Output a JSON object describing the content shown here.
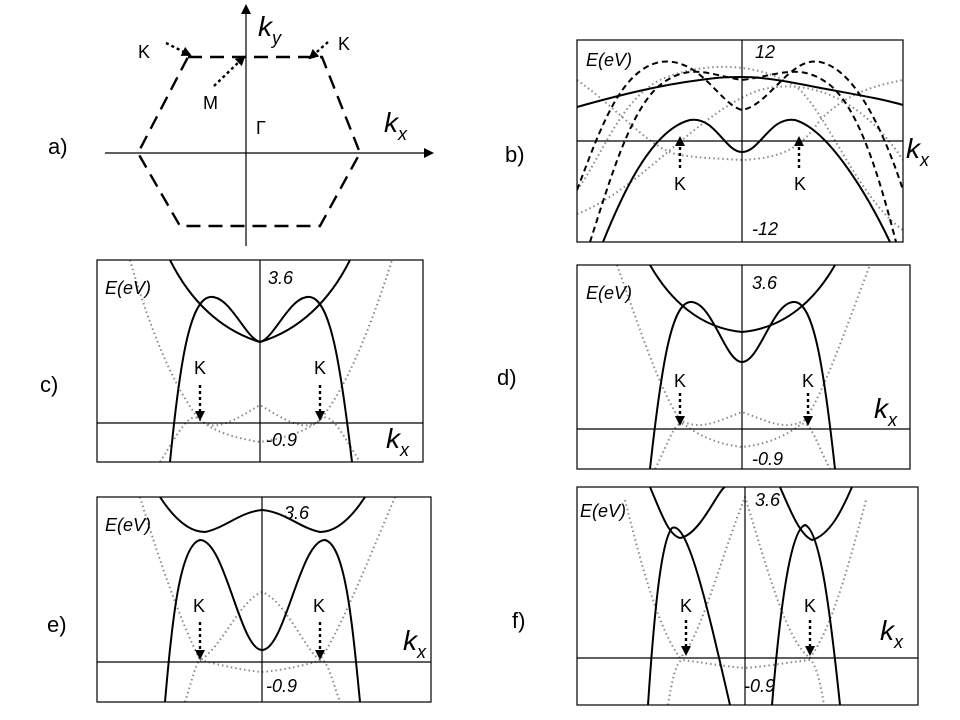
{
  "panel_labels": [
    "a)",
    "b)",
    "c)",
    "d)",
    "e)",
    "f)"
  ],
  "bz": {
    "kx_label": "k",
    "kx_sub": "x",
    "ky_label": "k",
    "ky_sub": "y",
    "K_label": "K",
    "M_label": "M",
    "Gamma_label": "Γ"
  },
  "band_panels": [
    {
      "id": "b",
      "ylabel": "E(eV)",
      "top": "12",
      "bottom": "-12",
      "xlabel": "k",
      "xsub": "x",
      "K_label": "K"
    },
    {
      "id": "c",
      "ylabel": "E(eV)",
      "top": "3.6",
      "bottom": "-0.9",
      "xlabel": "k",
      "xsub": "x",
      "K_label": "K"
    },
    {
      "id": "d",
      "ylabel": "E(eV)",
      "top": "3.6",
      "bottom": "-0.9",
      "xlabel": "k",
      "xsub": "x",
      "K_label": "K"
    },
    {
      "id": "e",
      "ylabel": "E(eV)",
      "top": "3.6",
      "bottom": "-0.9",
      "xlabel": "k",
      "xsub": "x",
      "K_label": "K"
    },
    {
      "id": "f",
      "ylabel": "E(eV)",
      "top": "3.6",
      "bottom": "-0.9",
      "xlabel": "k",
      "xsub": "x",
      "K_label": "K"
    }
  ]
}
